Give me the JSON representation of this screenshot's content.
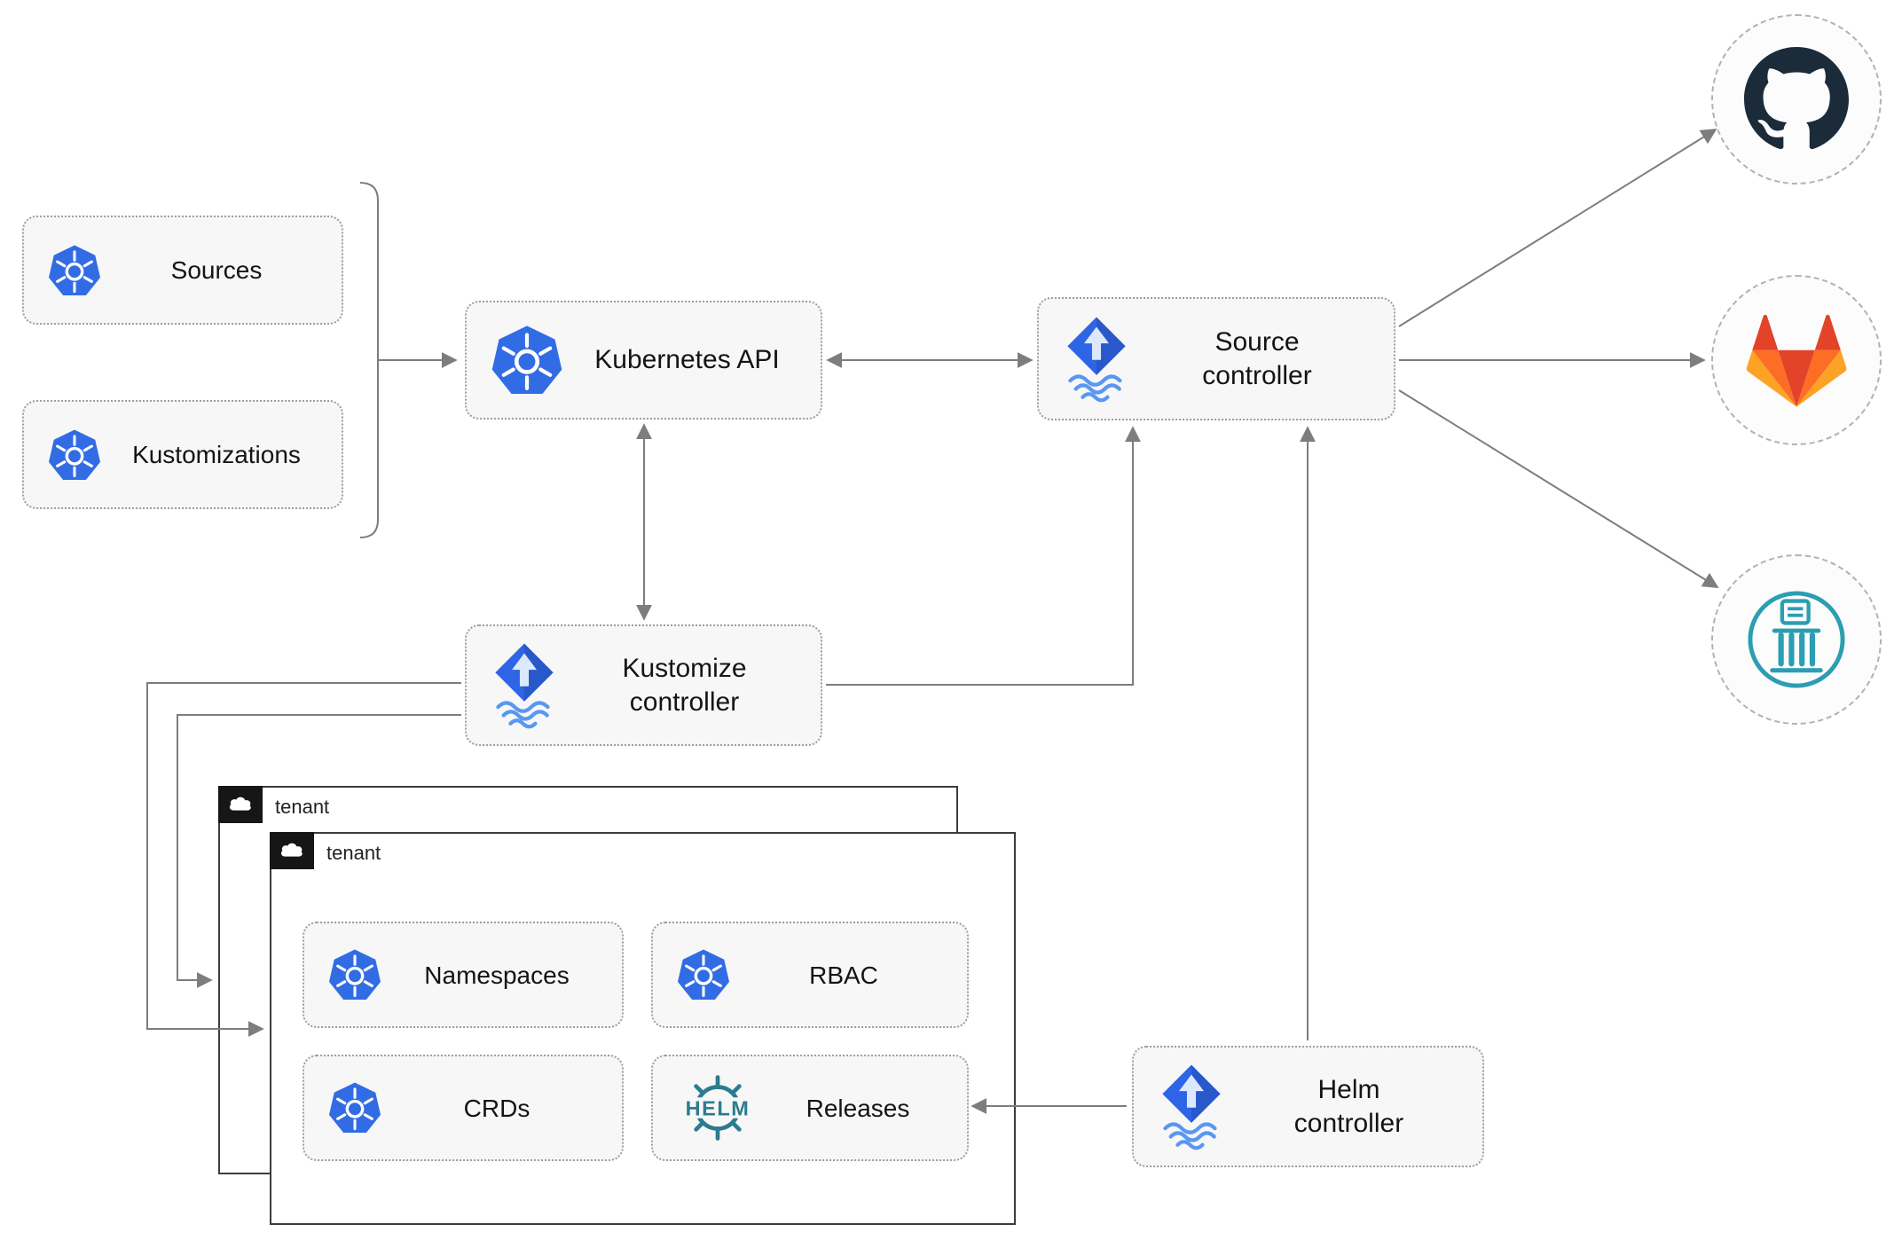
{
  "nodes": {
    "sources": {
      "label": "Sources"
    },
    "kustomizations": {
      "label": "Kustomizations"
    },
    "kubernetes_api": {
      "label": "Kubernetes API"
    },
    "source_controller": {
      "label": "Source controller"
    },
    "kustomize_controller": {
      "label": "Kustomize controller"
    },
    "helm_controller": {
      "label": "Helm controller"
    },
    "namespaces": {
      "label": "Namespaces"
    },
    "rbac": {
      "label": "RBAC"
    },
    "crds": {
      "label": "CRDs"
    },
    "releases": {
      "label": "Releases"
    }
  },
  "tenants": {
    "back": {
      "label": "tenant"
    },
    "front": {
      "label": "tenant"
    }
  },
  "icons": {
    "kubernetes": "kubernetes-logo",
    "flux": "flux-logo",
    "helm": "helm-logo",
    "helm_wordmark": "HELM",
    "github": "github-logo",
    "gitlab": "gitlab-logo",
    "registry": "oci-registry-logo",
    "cloud": "cloud-icon"
  },
  "colors": {
    "kubernetes_blue": "#326ce5",
    "flux_blue": "#2e65e6",
    "helm_teal": "#2b7c8e",
    "github_dark": "#1b2b3a",
    "gitlab_red": "#e24329",
    "gitlab_orange": "#fc6d26",
    "gitlab_yellow": "#fca326",
    "box_background": "#f7f7f7",
    "box_border": "#9e9e9e",
    "arrow": "#7d7d7d",
    "panel_border": "#3c3c3c"
  }
}
